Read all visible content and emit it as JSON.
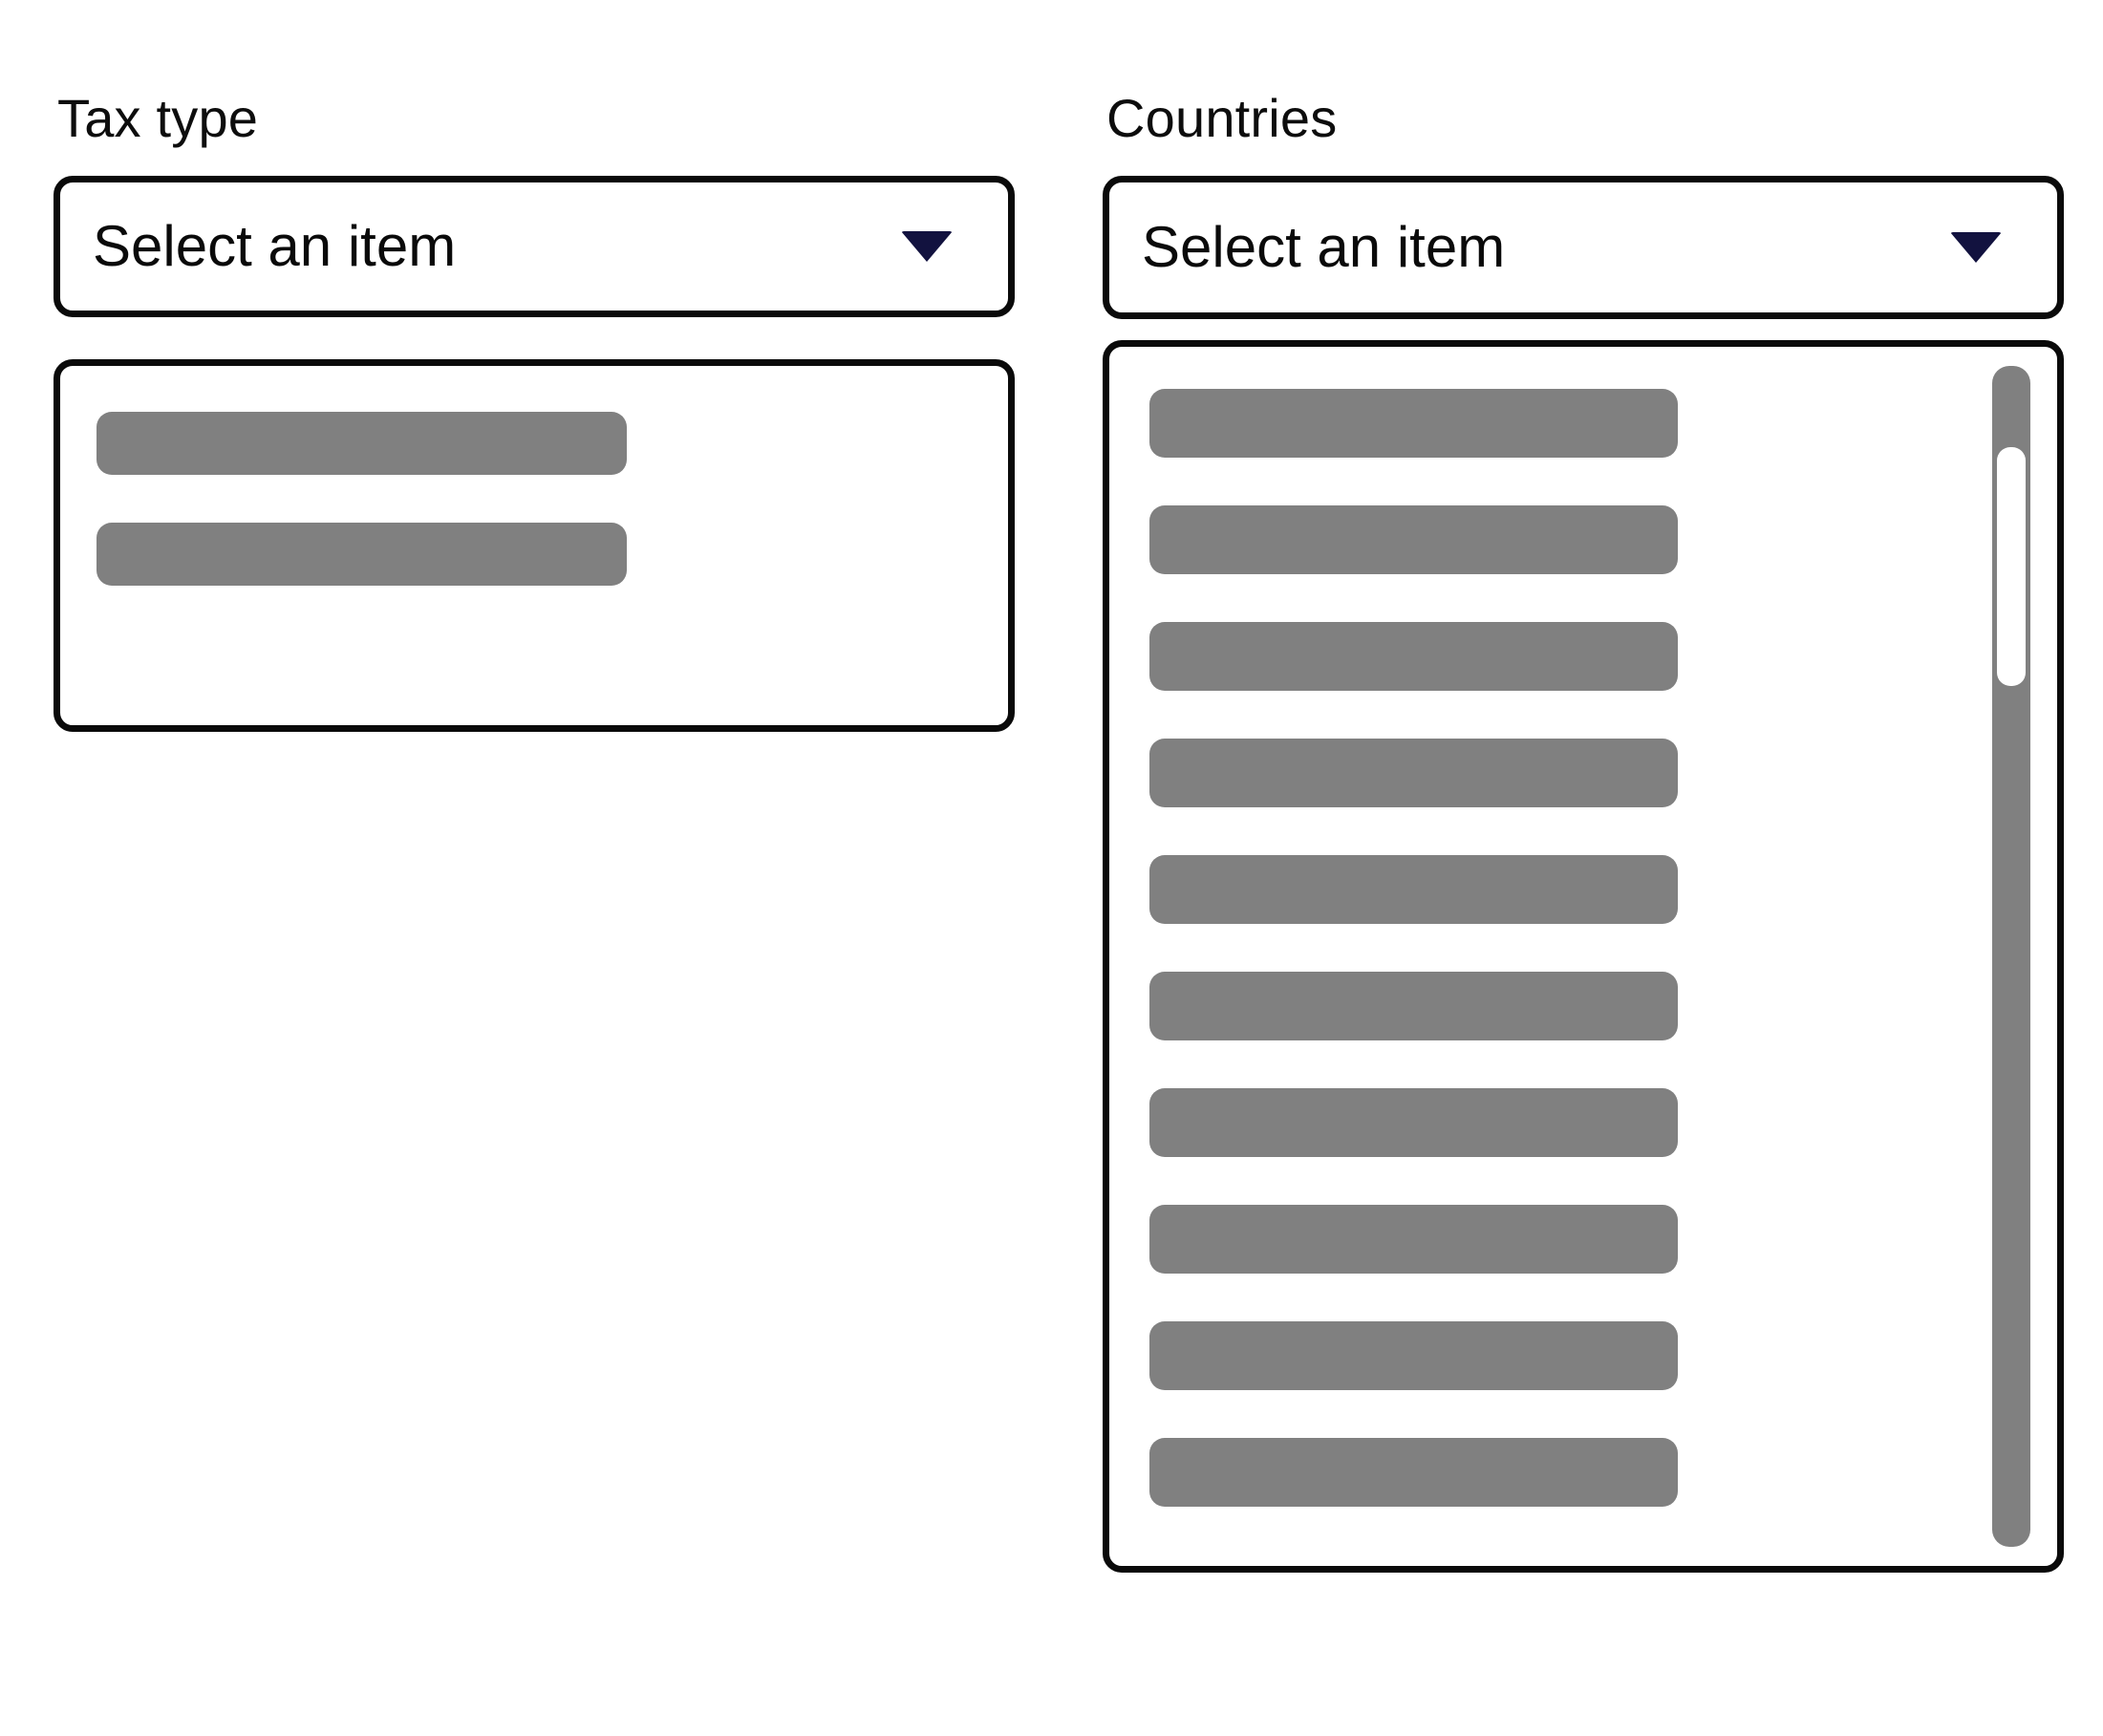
{
  "page": {
    "background_color": "#ffffff",
    "accent_caret_color": "#12123f",
    "border_color": "#0a0a0a",
    "skeleton_color": "#808080"
  },
  "fields": {
    "tax_type": {
      "label": "Tax type",
      "select": {
        "value": "Select an item",
        "placeholder": "Select an item",
        "caret_icon": "chevron-down-icon",
        "expanded": true
      },
      "dropdown": {
        "scrollable": false,
        "option_count": 2,
        "options": [
          {
            "label": "",
            "state": "loading"
          },
          {
            "label": "",
            "state": "loading"
          }
        ]
      }
    },
    "countries": {
      "label": "Countries",
      "select": {
        "value": "Select an item",
        "placeholder": "Select an item",
        "caret_icon": "chevron-down-icon",
        "expanded": true
      },
      "dropdown": {
        "scrollable": true,
        "option_count": 10,
        "options": [
          {
            "label": "",
            "state": "loading"
          },
          {
            "label": "",
            "state": "loading"
          },
          {
            "label": "",
            "state": "loading"
          },
          {
            "label": "",
            "state": "loading"
          },
          {
            "label": "",
            "state": "loading"
          },
          {
            "label": "",
            "state": "loading"
          },
          {
            "label": "",
            "state": "loading"
          },
          {
            "label": "",
            "state": "loading"
          },
          {
            "label": "",
            "state": "loading"
          },
          {
            "label": "",
            "state": "loading"
          }
        ],
        "scrollbar": {
          "track_color": "#808080",
          "thumb_color": "#ffffff",
          "thumb_position": "near-top"
        }
      }
    }
  }
}
